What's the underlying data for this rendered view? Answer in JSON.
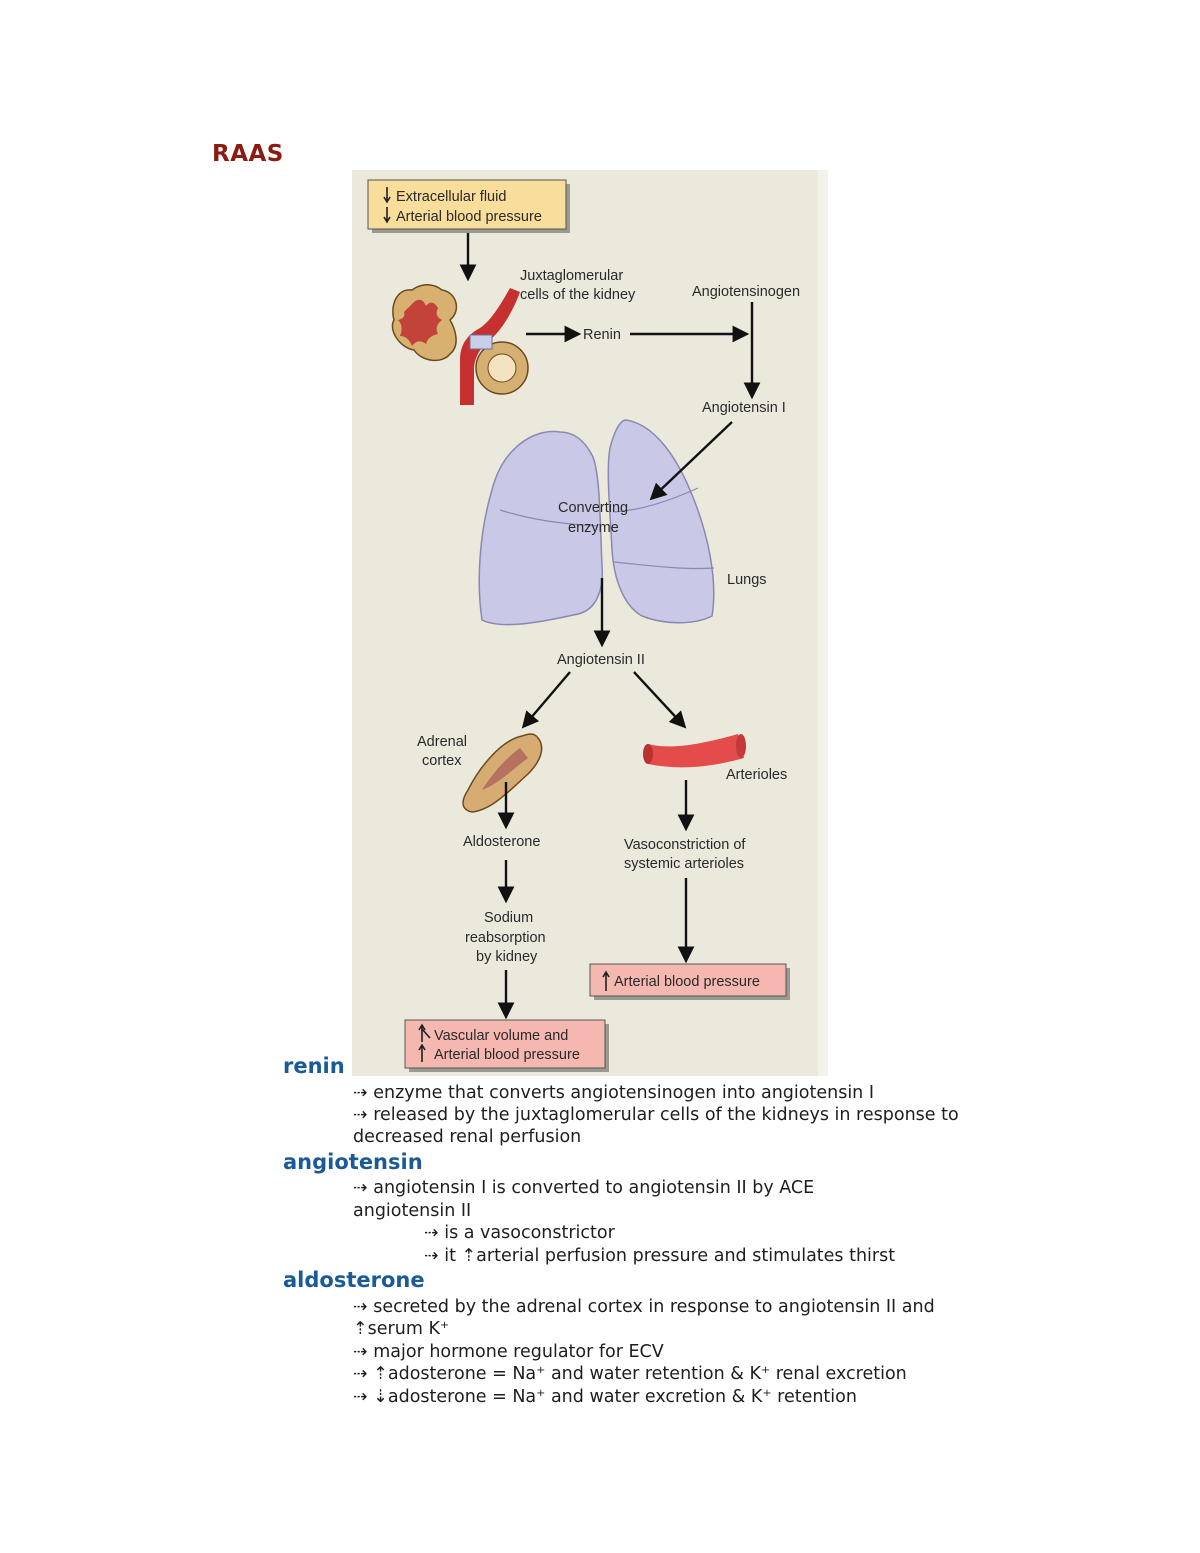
{
  "title": "RAAS",
  "diagram": {
    "box_top": [
      "Extracellular fluid",
      "Arterial blood pressure"
    ],
    "jg_label": [
      "Juxtaglomerular",
      "cells of the kidney"
    ],
    "renin": "Renin",
    "angiotensinogen": "Angiotensinogen",
    "angiotensin1": "Angiotensin I",
    "converting": [
      "Converting",
      "enzyme"
    ],
    "lungs": "Lungs",
    "angiotensin2": "Angiotensin II",
    "adrenal": [
      "Adrenal",
      "cortex"
    ],
    "arterioles": "Arterioles",
    "aldosterone": "Aldosterone",
    "vasoconstriction": [
      "Vasoconstriction of",
      "systemic arterioles"
    ],
    "sodium": [
      "Sodium",
      "reabsorption",
      "by kidney"
    ],
    "box_right": "Arterial blood pressure",
    "box_bottom": [
      "Vascular volume and",
      "Arterial blood pressure"
    ]
  },
  "sections": {
    "renin": {
      "term": "renin",
      "lines": [
        "⇢ enzyme that converts angiotensinogen into angiotensin I",
        "⇢ released by the juxtaglomerular cells of the kidneys in response to",
        "decreased renal perfusion"
      ]
    },
    "angiotensin": {
      "term": "angiotensin",
      "lines": [
        "⇢ angiotensin I is converted to angiotensin II by ACE",
        "angiotensin II",
        "⇢ is a vasoconstrictor",
        "⇢ it ⇡arterial perfusion pressure and stimulates thirst"
      ]
    },
    "aldosterone": {
      "term": "aldosterone",
      "lines": [
        "⇢ secreted by the adrenal cortex in response to angiotensin II and",
        "⇡serum K⁺",
        "⇢ major hormone regulator for ECV",
        "⇢ ⇡adosterone = Na⁺ and water retention & K⁺ renal excretion",
        "⇢ ⇣adosterone = Na⁺ and water excretion & K⁺ retention"
      ]
    }
  }
}
